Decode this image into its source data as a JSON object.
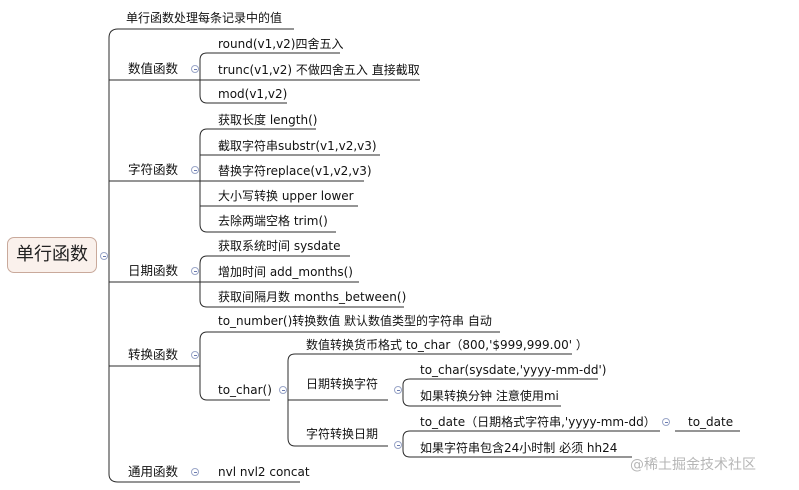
{
  "root": "单行函数",
  "summary": "单行函数处理每条记录中的值",
  "numeric": {
    "label": "数值函数",
    "items": [
      "round(v1,v2)四舍五入",
      "trunc(v1,v2) 不做四舍五入 直接截取",
      "mod(v1,v2)"
    ]
  },
  "string": {
    "label": "字符函数",
    "items": [
      "获取长度 length()",
      "截取字符串substr(v1,v2,v3)",
      "替换字符replace(v1,v2,v3)",
      "大小写转换 upper  lower",
      "去除两端空格 trim()"
    ]
  },
  "date": {
    "label": "日期函数",
    "items": [
      "获取系统时间  sysdate",
      "增加时间   add_months()",
      "获取间隔月数 months_between()"
    ]
  },
  "convert": {
    "label": "转换函数",
    "to_number": "to_number()转换数值 默认数值类型的字符串 自动",
    "to_char": {
      "label": "to_char()",
      "currency": "数值转换货币格式 to_char（800,'$999,999.00' ）",
      "date_to_str": {
        "label": "日期转换字符",
        "items": [
          "to_char(sysdate,'yyyy-mm-dd')",
          "如果转换分钟 注意使用mi"
        ]
      },
      "str_to_date": {
        "label": "字符转换日期",
        "items": [
          "to_date（日期格式字符串,'yyyy-mm-dd）",
          "如果字符串包含24小时制 必须 hh24"
        ],
        "to_date": "to_date"
      }
    }
  },
  "general": {
    "label": "通用函数",
    "items": [
      "nvl nvl2 concat"
    ]
  },
  "watermark": "@稀土掘金技术社区",
  "colors": {
    "line": "#2b2b2b",
    "root_bg": "#faf1ec",
    "root_border": "#c9a99b",
    "collapse": "#9aa6c8"
  }
}
